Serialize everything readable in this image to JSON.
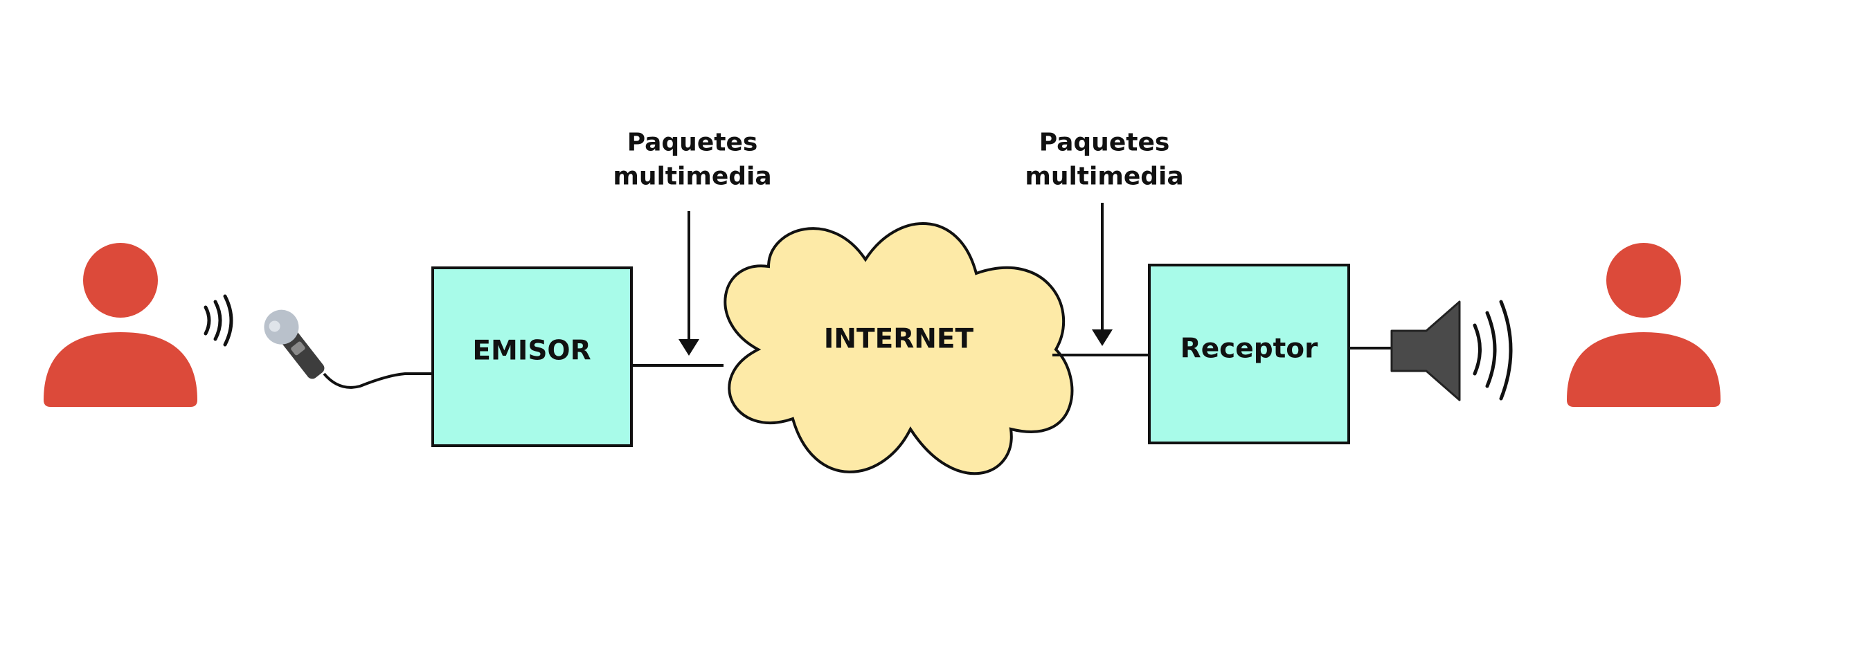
{
  "diagram": {
    "nodes": {
      "sender": {
        "label": "EMISOR"
      },
      "network": {
        "label": "INTERNET"
      },
      "receiver": {
        "label": "Receptor"
      }
    },
    "annotations": {
      "packets_left": {
        "line1": "Paquetes",
        "line2": "multimedia"
      },
      "packets_right": {
        "line1": "Paquetes",
        "line2": "multimedia"
      }
    },
    "icons": [
      "person-speaker-icon",
      "sound-waves-icon",
      "microphone-icon",
      "loudspeaker-icon",
      "person-listener-icon"
    ]
  },
  "colors": {
    "person": "#dc4a3a",
    "box_fill": "#a8fbe9",
    "cloud_fill": "#fdeaa7",
    "stroke": "#111111",
    "speaker": "#4a4a4a"
  }
}
